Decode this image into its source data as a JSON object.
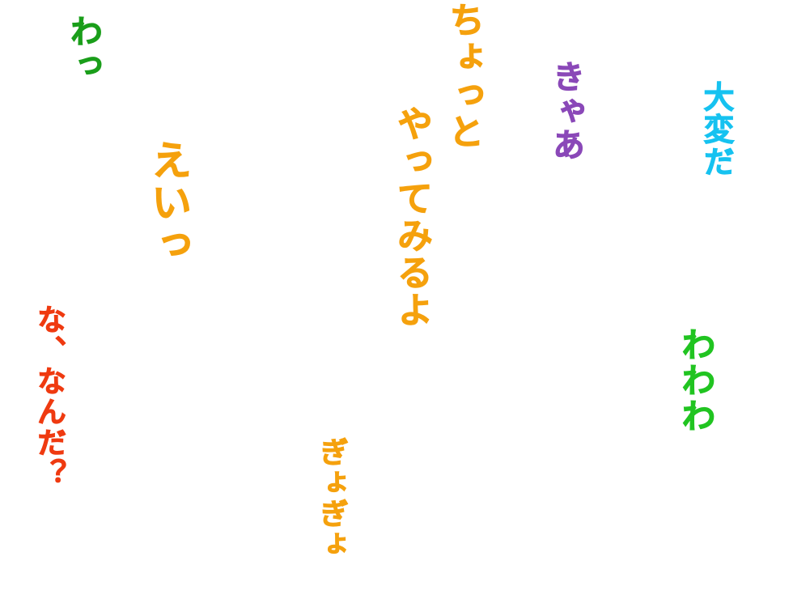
{
  "colors": {
    "background": "#ffffff",
    "green_dark": "#1a9e1a",
    "orange": "#f5a10d",
    "purple": "#8a48b8",
    "cyan": "#16c2f0",
    "red": "#ef3a10",
    "green_bright": "#21c421"
  },
  "phrases": {
    "wa": "わっ",
    "chotto": "ちょっと",
    "kyaa": "きゃあ",
    "taihen": "大変だ",
    "yatte": "やってみるよ",
    "ei": "えいっ",
    "na": "な、なんだ？",
    "wawawa": "わわわ",
    "gyo": "ぎょぎょ"
  }
}
